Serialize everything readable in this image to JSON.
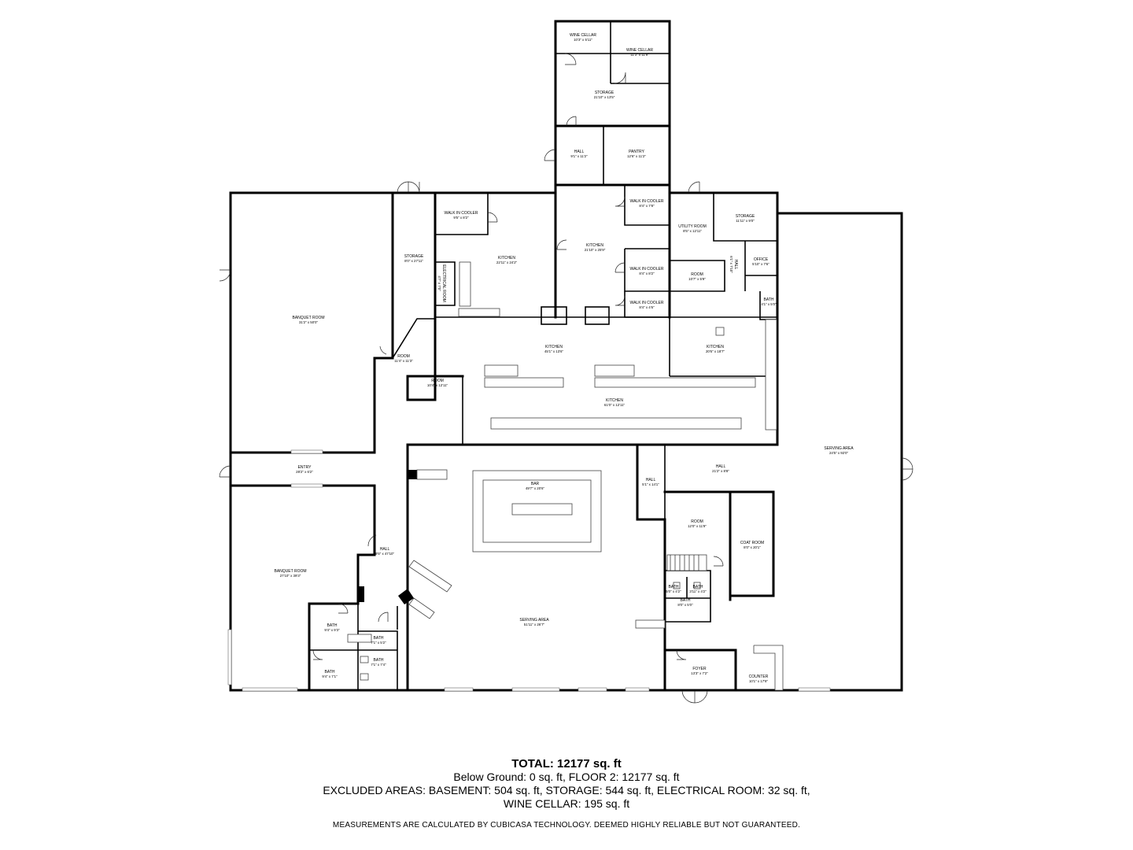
{
  "rooms": [
    {
      "id": "wine1",
      "name": "WINE CELLAR",
      "dim": "10'3\" x 5'11\""
    },
    {
      "id": "wine2",
      "name": "WINE CELLAR",
      "dim": "11'3\" x 11'9\""
    },
    {
      "id": "storage-top",
      "name": "STORAGE",
      "dim": "21'10\" x 13'5\""
    },
    {
      "id": "hall-top",
      "name": "HALL",
      "dim": "9'1\" x 11'2\""
    },
    {
      "id": "pantry",
      "name": "PANTRY",
      "dim": "12'6\" x 11'2\""
    },
    {
      "id": "walkin1",
      "name": "WALK IN COOLER",
      "dim": "9'5\" x 8'2\""
    },
    {
      "id": "walkin2",
      "name": "WALK IN COOLER",
      "dim": "8'4\" x 7'8\""
    },
    {
      "id": "utility",
      "name": "UTILITY ROOM",
      "dim": "8'5\" x 12'11\""
    },
    {
      "id": "storage-right",
      "name": "STORAGE",
      "dim": "11'11\" x 9'0\""
    },
    {
      "id": "storage-left",
      "name": "STORAGE",
      "dim": "8'0\" x 27'11\""
    },
    {
      "id": "kitchen1",
      "name": "KITCHEN",
      "dim": "22'11\" x 24'2\""
    },
    {
      "id": "kitchen2",
      "name": "KITCHEN",
      "dim": "21'10\" x 25'9\""
    },
    {
      "id": "walkin3",
      "name": "WALK IN COOLER",
      "dim": "8'4\" x 8'2\""
    },
    {
      "id": "room-small",
      "name": "ROOM",
      "dim": "10'7\" x 5'9\""
    },
    {
      "id": "office",
      "name": "OFFICE",
      "dim": "5'10\" x 7'6\""
    },
    {
      "id": "walkin4",
      "name": "WALK IN COOLER",
      "dim": "8'4\" x 4'6\""
    },
    {
      "id": "electrical",
      "name": "ELECTRICAL ROOM",
      "dim": "4'7\" x 7'0\""
    },
    {
      "id": "hall-right",
      "name": "HALL",
      "dim": "6'1\" x 7'10\""
    },
    {
      "id": "bath-right",
      "name": "BATH",
      "dim": "4'1\" x 5'0\""
    },
    {
      "id": "banquet1",
      "name": "BANQUET ROOM",
      "dim": "31'2\" x 50'0\""
    },
    {
      "id": "room-left",
      "name": "ROOM",
      "dim": "11'4\" x 11'3\""
    },
    {
      "id": "kitchen3",
      "name": "KITCHEN",
      "dim": "45'1\" x 13'6\""
    },
    {
      "id": "kitchen4",
      "name": "KITCHEN",
      "dim": "20'6\" x 18'7\""
    },
    {
      "id": "room-mid",
      "name": "ROOM",
      "dim": "10'4\" x 12'11\""
    },
    {
      "id": "kitchen5",
      "name": "KITCHEN",
      "dim": "61'0\" x 12'11\""
    },
    {
      "id": "serving-right",
      "name": "SERVING AREA",
      "dim": "24'5\" x 92'0\""
    },
    {
      "id": "entry",
      "name": "ENTRY",
      "dim": "28'2\" x 6'2\""
    },
    {
      "id": "bar",
      "name": "BAR",
      "dim": "49'7\" x 20'6\""
    },
    {
      "id": "hall-mid",
      "name": "HALL",
      "dim": "5'1\" x 14'1\""
    },
    {
      "id": "hall-east",
      "name": "HALL",
      "dim": "21'2\" x 8'8\""
    },
    {
      "id": "room-east",
      "name": "ROOM",
      "dim": "12'0\" x 11'9\""
    },
    {
      "id": "coat",
      "name": "COAT ROOM",
      "dim": "8'0\" x 20'1\""
    },
    {
      "id": "hall-west",
      "name": "HALL",
      "dim": "9'5\" x 47'10\""
    },
    {
      "id": "banquet2",
      "name": "BANQUET ROOM",
      "dim": "27'10\" x 39'3\""
    },
    {
      "id": "bath-e1",
      "name": "BATH",
      "dim": "5'0\" x 4'2\""
    },
    {
      "id": "bath-e2",
      "name": "BATH",
      "dim": "3'11\" x 4'2\""
    },
    {
      "id": "bath-e3",
      "name": "BATH",
      "dim": "8'0\" x 5'0\""
    },
    {
      "id": "serving-main",
      "name": "SERVING AREA",
      "dim": "51'11\" x 26'7\""
    },
    {
      "id": "bath-w1",
      "name": "BATH",
      "dim": "9'4\" x 9'3\""
    },
    {
      "id": "bath-w2",
      "name": "BATH",
      "dim": "7'1\" x 5'2\""
    },
    {
      "id": "bath-w3",
      "name": "BATH",
      "dim": "7'1\" x 7'4\""
    },
    {
      "id": "bath-w4",
      "name": "BATH",
      "dim": "9'4\" x 7'1\""
    },
    {
      "id": "foyer",
      "name": "FOYER",
      "dim": "13'3\" x 7'2\""
    },
    {
      "id": "counter",
      "name": "COUNTER",
      "dim": "10'1\" x 17'8\""
    }
  ],
  "summary": {
    "total": "TOTAL: 12177 sq. ft",
    "line1": "Below Ground: 0 sq. ft, FLOOR 2: 12177 sq. ft",
    "line2": "EXCLUDED AREAS: BASEMENT: 504 sq. ft, STORAGE: 544 sq. ft, ELECTRICAL ROOM: 32 sq. ft,",
    "line3": "WINE CELLAR: 195 sq. ft"
  },
  "disclaimer": "MEASUREMENTS ARE CALCULATED BY CUBICASA TECHNOLOGY. DEEMED HIGHLY RELIABLE BUT NOT GUARANTEED."
}
